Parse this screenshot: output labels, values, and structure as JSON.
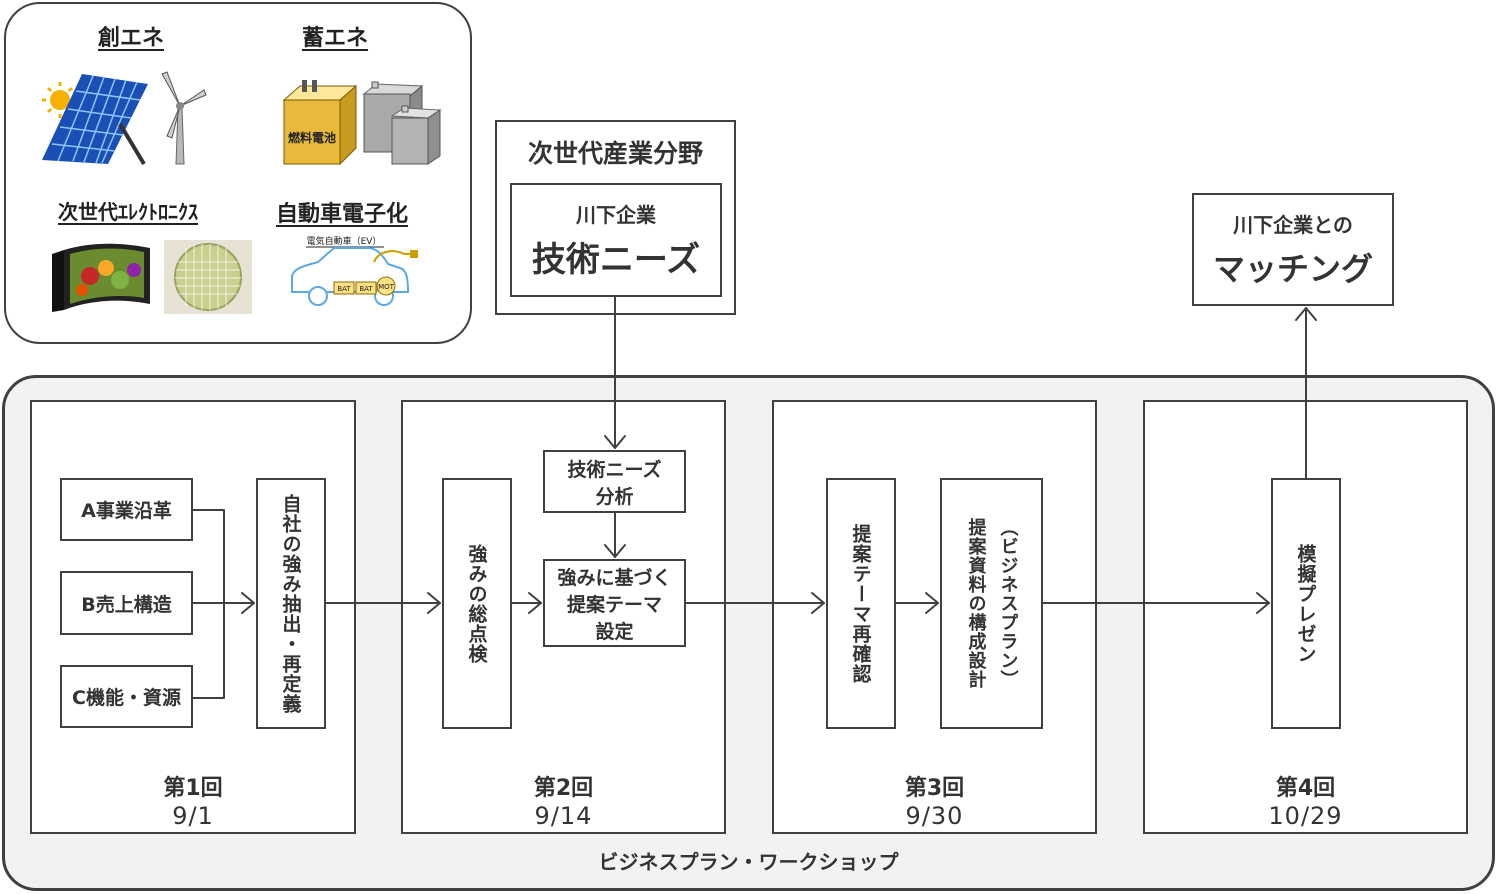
{
  "categories": {
    "create_energy": "創エネ",
    "store_energy": "蓄エネ",
    "next_gen_electronics": "次世代ｴﾚｸﾄﾛﾆｸｽ",
    "auto_electronics": "自動車電子化"
  },
  "image_texts": {
    "fuel_cell": "燃料電池",
    "ev_label": "電気自動車（EV）",
    "bat1": "BAT",
    "bat2": "BAT",
    "mot": "MOT"
  },
  "next_gen_industry": {
    "title": "次世代産業分野",
    "needs_sub": "川下企業",
    "needs_main": "技術ニーズ"
  },
  "matching": {
    "line1": "川下企業との",
    "line2": "マッチング"
  },
  "workshop_label": "ビジネスプラン・ワークショップ",
  "round1": {
    "item_a": "A事業沿革",
    "item_b": "B売上構造",
    "item_c": "C機能・資源",
    "extract": "自社の強み抽出・再定義",
    "name": "第1回",
    "date": "9/1"
  },
  "round2": {
    "review": "強みの総点検",
    "needs_line1": "技術ニーズ",
    "needs_line2": "分析",
    "theme_line1": "強みに基づく",
    "theme_line2": "提案テーマ",
    "theme_line3": "設定",
    "name": "第2回",
    "date": "9/14"
  },
  "round3": {
    "reconfirm": "提案テーマ再確認",
    "design_paren": "（ビジネスプラン）",
    "design": "提案資料の構成設計",
    "name": "第3回",
    "date": "9/30"
  },
  "round4": {
    "presentation": "模擬プレゼン",
    "name": "第4回",
    "date": "10/29"
  }
}
